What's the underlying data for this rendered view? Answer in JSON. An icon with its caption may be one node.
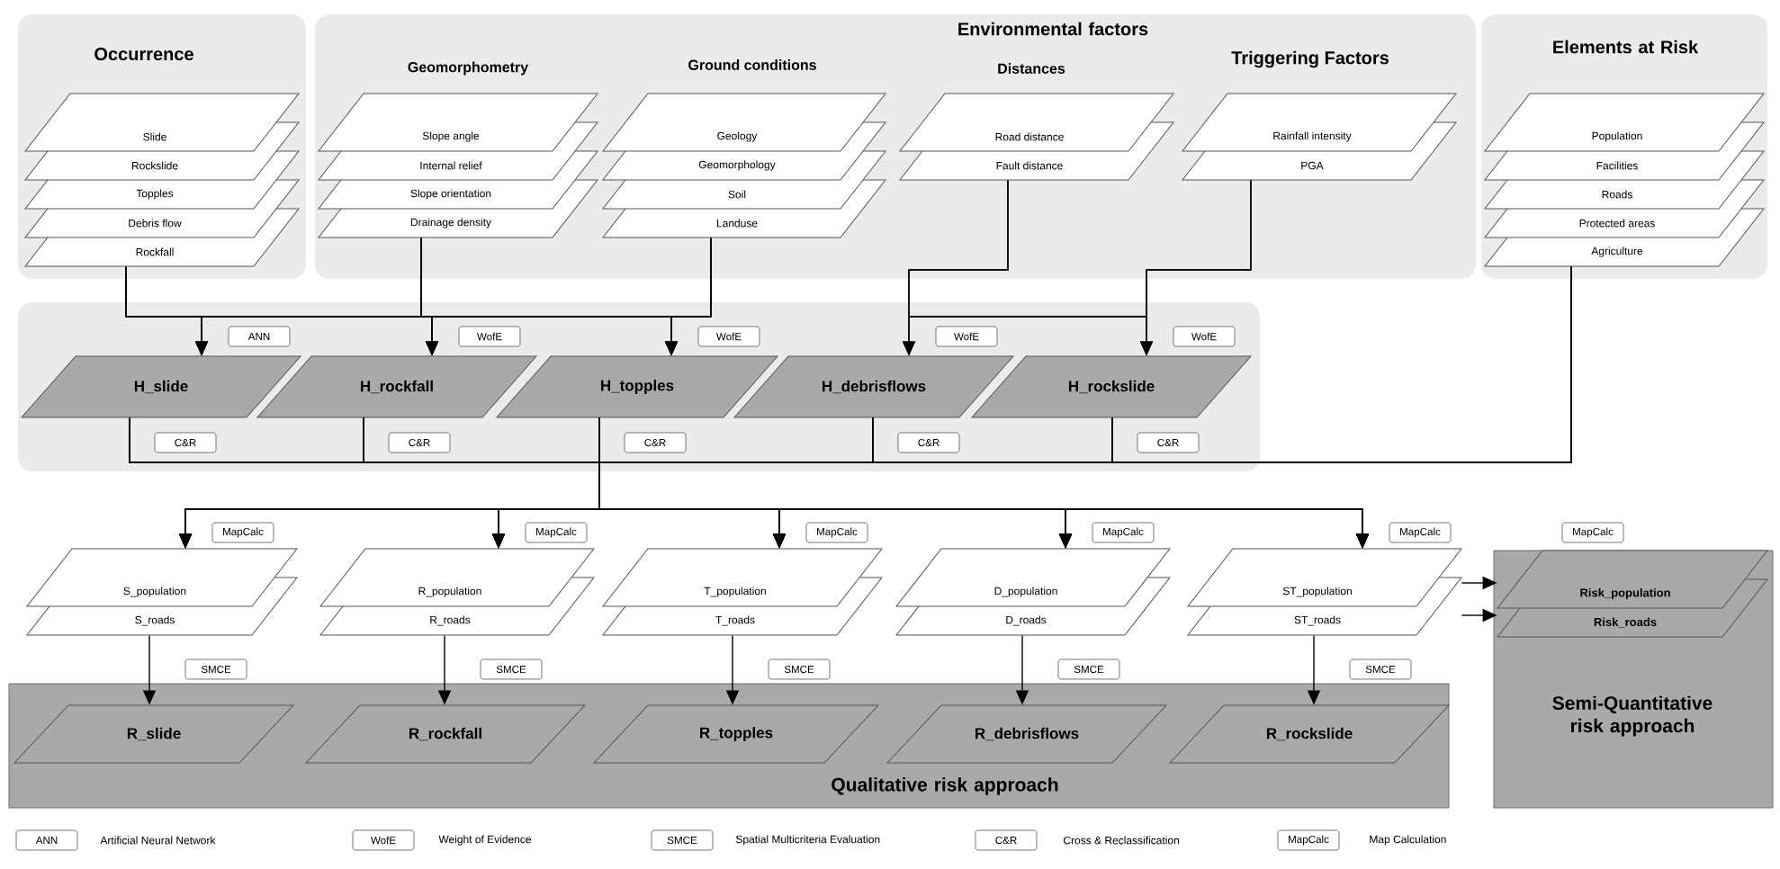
{
  "diagram": {
    "nodes": [
      {
        "text": [
          "Occurrence"
        ]
      },
      {
        "text": [
          "Slide",
          "Rockslide",
          "Topples",
          "Debris flow",
          "Rockfall"
        ],
        "in": 0
      },
      {
        "text": [
          "Environmental factors"
        ]
      },
      {
        "text": [
          "Geomorphometry",
          "Slope angle",
          "Internal relief",
          "Slope orientation",
          "Drainage density"
        ],
        "in": 2
      },
      {
        "text": [
          "Ground conditions",
          "Geology",
          "Geomorphology",
          "Soil",
          "Landuse"
        ],
        "in": 2
      },
      {
        "text": [
          "Distances",
          "Road distance",
          "Fault distance"
        ],
        "in": 2
      },
      {
        "text": [
          "Triggering Factors",
          "Rainfall intensity",
          "PGA"
        ],
        "in": 2
      },
      {
        "text": [
          "Elements at Risk"
        ]
      },
      {
        "text": [
          "Population",
          "Facilities",
          "Roads",
          "Protected areas",
          "Agriculture"
        ],
        "in": 7
      },
      {
        "text": [
          "H_slide"
        ]
      },
      {
        "text": [
          "H_rockfall"
        ]
      },
      {
        "text": [
          "H_topples"
        ]
      },
      {
        "text": [
          "H_debrisflows"
        ]
      },
      {
        "text": [
          "H_rockslide"
        ]
      },
      {
        "text": [
          "S_population",
          "S_roads"
        ]
      },
      {
        "text": [
          "R_population",
          "R_roads"
        ]
      },
      {
        "text": [
          "T_population",
          "T_roads"
        ]
      },
      {
        "text": [
          "D_population",
          "D_roads"
        ]
      },
      {
        "text": [
          "ST_population",
          "ST_roads"
        ]
      },
      {
        "text": [
          "Qualitative risk approach"
        ]
      },
      {
        "text": [
          "R_slide"
        ],
        "in": 19
      },
      {
        "text": [
          "R_rockfall"
        ],
        "in": 19
      },
      {
        "text": [
          "R_topples"
        ],
        "in": 19
      },
      {
        "text": [
          "R_debrisflows"
        ],
        "in": 19
      },
      {
        "text": [
          "R_rockslide"
        ],
        "in": 19
      },
      {
        "text": [
          "Semi-Quantitative risk approach"
        ]
      },
      {
        "text": [
          "Risk_population",
          "Risk_roads"
        ],
        "in": 25
      }
    ],
    "edges": [
      {
        "from": 1,
        "to": 9,
        "arrow": "to",
        "label": "ANN"
      },
      {
        "from": 1,
        "to": 10,
        "arrow": "to",
        "label": "WofE"
      },
      {
        "from": 1,
        "to": 11,
        "arrow": "to",
        "label": "WofE"
      },
      {
        "from": 3,
        "to": 9,
        "arrow": "to"
      },
      {
        "from": 3,
        "to": 10,
        "arrow": "to"
      },
      {
        "from": 3,
        "to": 11,
        "arrow": "to"
      },
      {
        "from": 4,
        "to": 9,
        "arrow": "to"
      },
      {
        "from": 4,
        "to": 10,
        "arrow": "to"
      },
      {
        "from": 4,
        "to": 11,
        "arrow": "to"
      },
      {
        "from": 5,
        "to": 12,
        "arrow": "to",
        "label": "WofE"
      },
      {
        "from": 5,
        "to": 13,
        "arrow": "to",
        "label": "WofE"
      },
      {
        "from": 6,
        "to": 12,
        "arrow": "to"
      },
      {
        "from": 6,
        "to": 13,
        "arrow": "to"
      },
      {
        "from": 9,
        "to": 14,
        "arrow": "to",
        "label": "C&R"
      },
      {
        "from": 9,
        "to": 15,
        "arrow": "to"
      },
      {
        "from": 9,
        "to": 16,
        "arrow": "to"
      },
      {
        "from": 9,
        "to": 17,
        "arrow": "to"
      },
      {
        "from": 9,
        "to": 18,
        "arrow": "to"
      },
      {
        "from": 10,
        "to": 14,
        "arrow": "to",
        "label": "C&R"
      },
      {
        "from": 10,
        "to": 15,
        "arrow": "to"
      },
      {
        "from": 10,
        "to": 16,
        "arrow": "to"
      },
      {
        "from": 10,
        "to": 17,
        "arrow": "to"
      },
      {
        "from": 10,
        "to": 18,
        "arrow": "to"
      },
      {
        "from": 11,
        "to": 14,
        "arrow": "to",
        "label": "C&R"
      },
      {
        "from": 11,
        "to": 15,
        "arrow": "to"
      },
      {
        "from": 11,
        "to": 16,
        "arrow": "to"
      },
      {
        "from": 11,
        "to": 17,
        "arrow": "to"
      },
      {
        "from": 11,
        "to": 18,
        "arrow": "to"
      },
      {
        "from": 12,
        "to": 14,
        "arrow": "to",
        "label": "C&R"
      },
      {
        "from": 12,
        "to": 15,
        "arrow": "to"
      },
      {
        "from": 12,
        "to": 16,
        "arrow": "to"
      },
      {
        "from": 12,
        "to": 17,
        "arrow": "to"
      },
      {
        "from": 12,
        "to": 18,
        "arrow": "to"
      },
      {
        "from": 13,
        "to": 14,
        "arrow": "to",
        "label": "C&R"
      },
      {
        "from": 13,
        "to": 15,
        "arrow": "to"
      },
      {
        "from": 13,
        "to": 16,
        "arrow": "to"
      },
      {
        "from": 13,
        "to": 17,
        "arrow": "to"
      },
      {
        "from": 13,
        "to": 18,
        "arrow": "to"
      },
      {
        "from": 8,
        "to": 14,
        "arrow": "to",
        "label": "MapCalc"
      },
      {
        "from": 8,
        "to": 15,
        "arrow": "to",
        "label": "MapCalc"
      },
      {
        "from": 8,
        "to": 16,
        "arrow": "to",
        "label": "MapCalc"
      },
      {
        "from": 8,
        "to": 17,
        "arrow": "to",
        "label": "MapCalc"
      },
      {
        "from": 8,
        "to": 18,
        "arrow": "to",
        "label": "MapCalc"
      },
      {
        "from": 14,
        "to": 20,
        "arrow": "to",
        "label": "SMCE"
      },
      {
        "from": 15,
        "to": 21,
        "arrow": "to",
        "label": "SMCE"
      },
      {
        "from": 16,
        "to": 22,
        "arrow": "to",
        "label": "SMCE"
      },
      {
        "from": 17,
        "to": 23,
        "arrow": "to",
        "label": "SMCE"
      },
      {
        "from": 18,
        "to": 24,
        "arrow": "to",
        "label": "SMCE"
      },
      {
        "from": 18,
        "to": 26,
        "arrow": "to"
      },
      {
        "from": 18,
        "to": 26,
        "arrow": "to"
      }
    ],
    "labels": [
      "MapCalc",
      "ANN",
      "WofE",
      "SMCE",
      "C&R",
      "MapCalc"
    ],
    "legend": [
      {
        "text": "Artificial Neural Network"
      },
      {
        "text": "Weight of Evidence"
      },
      {
        "text": "Spatial Multicriteria Evaluation"
      },
      {
        "text": "Cross & Reclassification"
      },
      {
        "text": "Map Calculation"
      }
    ]
  }
}
